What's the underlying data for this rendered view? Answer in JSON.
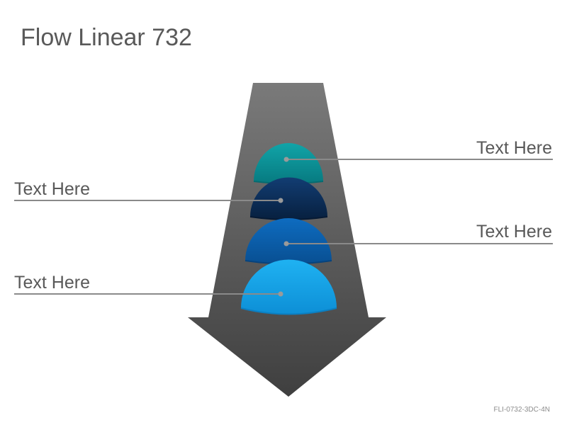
{
  "title": "Flow Linear 732",
  "steps": [
    {
      "label": "Text Here",
      "color": "#0b8f95"
    },
    {
      "label": "Text Here",
      "color": "#0d2f5c"
    },
    {
      "label": "Text Here",
      "color": "#0a5ca8"
    },
    {
      "label": "Text Here",
      "color": "#14a0e6"
    }
  ],
  "colors": {
    "arrow_top": "#7a7a7a",
    "arrow_bottom": "#3f3f3f",
    "connector": "#8a8a8a",
    "text": "#595959"
  },
  "footer_code": "FLI-0732-3DC-4N"
}
